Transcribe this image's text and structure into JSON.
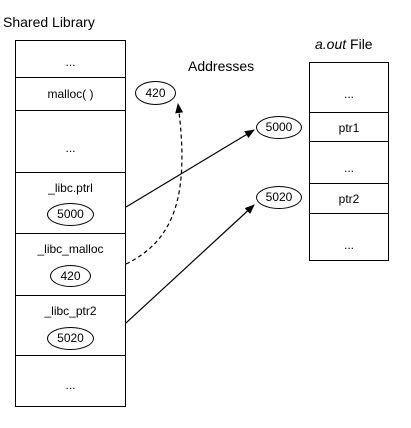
{
  "titles": {
    "shared_library": "Shared Library",
    "addresses": "Addresses",
    "aout_italic": "a.out",
    "aout_rest": " File"
  },
  "shared_library": {
    "cells": [
      {
        "label": "..."
      },
      {
        "label": "malloc( )"
      },
      {
        "label": "..."
      },
      {
        "label": "_libc.ptrl",
        "value": "5000"
      },
      {
        "label": "_libc_malloc",
        "value": "420"
      },
      {
        "label": "_libc_ptr2",
        "value": "5020"
      },
      {
        "label": "..."
      }
    ]
  },
  "aout": {
    "cells": [
      {
        "label": "..."
      },
      {
        "label": "ptr1"
      },
      {
        "label": "..."
      },
      {
        "label": "ptr2"
      },
      {
        "label": "..."
      }
    ]
  },
  "address_ovals": {
    "malloc_addr": "420",
    "ptr1_addr": "5000",
    "ptr2_addr": "5020"
  }
}
